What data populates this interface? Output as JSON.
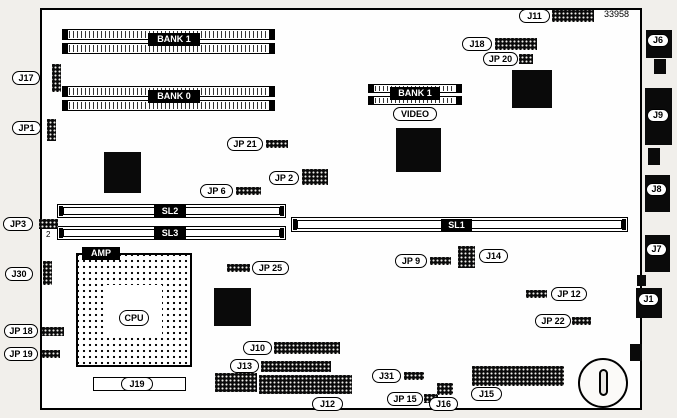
{
  "part_number": "33958",
  "labels": {
    "j11": "J11",
    "j18": "J18",
    "jp20": "JP 20",
    "j17": "J17",
    "jp1": "JP1",
    "jp21": "JP 21",
    "jp2": "JP 2",
    "jp6": "JP 6",
    "jp3": "JP3",
    "j30": "J30",
    "jp18": "JP 18",
    "jp19": "JP 19",
    "jp25": "JP 25",
    "jp9": "JP 9",
    "j14": "J14",
    "jp12": "JP 12",
    "jp22": "JP 22",
    "j10": "J10",
    "j13": "J13",
    "j19": "J19",
    "j12": "J12",
    "jp15": "JP 15",
    "j16": "J16",
    "j31": "J31",
    "j15": "J15",
    "j6": "J6",
    "j9": "J9",
    "j8": "J8",
    "j7": "J7",
    "j1": "J1"
  },
  "components": {
    "bank1_top": "BANK 1",
    "bank0": "BANK 0",
    "bank1_video": "BANK 1",
    "video": "VIDEO",
    "sl1": "SL1",
    "sl2": "SL2",
    "sl3": "SL3",
    "cpu": "CPU",
    "amp": "AMP",
    "pin2": "2"
  }
}
